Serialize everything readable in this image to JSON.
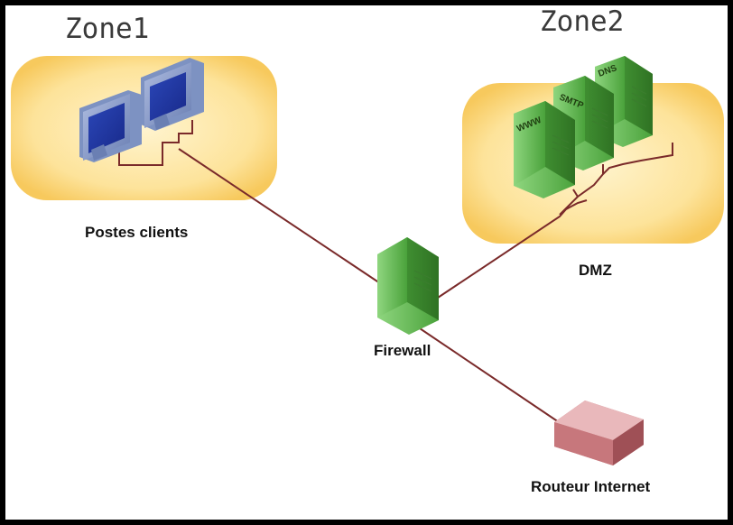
{
  "zones": {
    "zone1_title": "Zone1",
    "zone2_title": "Zone2"
  },
  "labels": {
    "clients": "Postes clients",
    "dmz": "DMZ",
    "firewall": "Firewall",
    "router": "Routeur Internet"
  },
  "servers": {
    "www": "WWW",
    "smtp": "SMTP",
    "dns": "DNS"
  },
  "colors": {
    "zone_fill": "#fbdf8c",
    "link": "#7a2a2a",
    "server_green": "#58b04a",
    "client_blue": "#7d92c2",
    "router_red": "#c7777c"
  }
}
